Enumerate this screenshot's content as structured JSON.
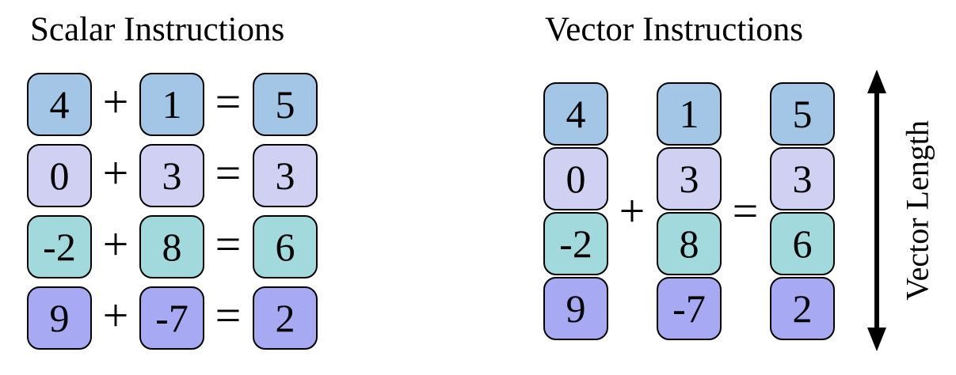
{
  "scalar": {
    "title": "Scalar Instructions",
    "rows": [
      {
        "a": "4",
        "b": "1",
        "c": "5"
      },
      {
        "a": "0",
        "b": "3",
        "c": "3"
      },
      {
        "a": "-2",
        "b": "8",
        "c": "6"
      },
      {
        "a": "9",
        "b": "-7",
        "c": "2"
      }
    ]
  },
  "vector": {
    "title": "Vector Instructions",
    "a": [
      "4",
      "0",
      "-2",
      "9"
    ],
    "b": [
      "1",
      "3",
      "8",
      "-7"
    ],
    "c": [
      "5",
      "3",
      "6",
      "2"
    ],
    "length_label": "Vector Length"
  },
  "operators": {
    "plus": "+",
    "equals": "="
  },
  "colors": [
    "#a3c6e6",
    "#d0d0f2",
    "#a2d9dc",
    "#a7aaf3"
  ]
}
